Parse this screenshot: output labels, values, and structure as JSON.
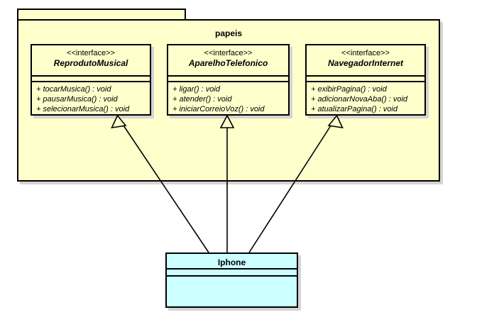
{
  "diagram": {
    "type": "uml-class-diagram",
    "colors": {
      "package_fill": "#ffffcc",
      "interface_fill": "#ffffcc",
      "class_fill": "#ccffff",
      "border": "#000000",
      "shadow": "#d4d4d4",
      "background": "#ffffff"
    }
  },
  "package": {
    "name": "papeis"
  },
  "interfaces": [
    {
      "stereotype": "<<interface>>",
      "name": "ReprodutoMusical",
      "attributes": [],
      "operations": [
        "+ tocarMusica() : void",
        "+ pausarMusica() : void",
        "+ selecionarMusica() : void"
      ]
    },
    {
      "stereotype": "<<interface>>",
      "name": "AparelhoTelefonico",
      "attributes": [],
      "operations": [
        "+ ligar() : void",
        "+ atender() : void",
        "+ iniciarCorreioVoz() : void"
      ]
    },
    {
      "stereotype": "<<interface>>",
      "name": "NavegadorInternet",
      "attributes": [],
      "operations": [
        "+ exibirPagina() : void",
        "+ adicionarNovaAba() : void",
        "+ atualizarPagina() : void"
      ]
    }
  ],
  "class": {
    "name": "Iphone",
    "attributes": [],
    "operations": []
  },
  "relationships": [
    {
      "kind": "realization",
      "from": "Iphone",
      "to": "ReprodutoMusical"
    },
    {
      "kind": "realization",
      "from": "Iphone",
      "to": "AparelhoTelefonico"
    },
    {
      "kind": "realization",
      "from": "Iphone",
      "to": "NavegadorInternet"
    }
  ]
}
